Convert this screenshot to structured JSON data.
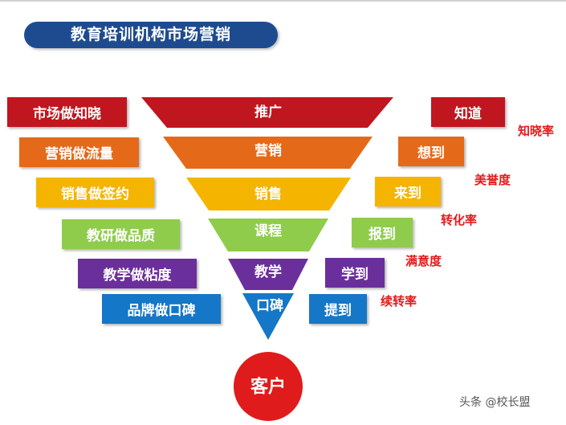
{
  "title": "教育培训机构市场营销",
  "left_boxes": [
    {
      "label": "市场做知晓",
      "color": "#c0161f"
    },
    {
      "label": "营销做流量",
      "color": "#e46a1a"
    },
    {
      "label": "销售做签约",
      "color": "#f5b400"
    },
    {
      "label": "教研做品质",
      "color": "#8fcc4c"
    },
    {
      "label": "教学做粘度",
      "color": "#6b2f9b"
    },
    {
      "label": "品牌做口碑",
      "color": "#1577c7"
    }
  ],
  "funnel": [
    {
      "label": "推广",
      "color": "#c0161f"
    },
    {
      "label": "营销",
      "color": "#e46a1a"
    },
    {
      "label": "销售",
      "color": "#f5b400"
    },
    {
      "label": "课程",
      "color": "#8fcc4c"
    },
    {
      "label": "教学",
      "color": "#6b2f9b"
    },
    {
      "label": "口碑",
      "color": "#1577c7"
    }
  ],
  "right_boxes": [
    {
      "label": "知道",
      "color": "#c0161f"
    },
    {
      "label": "想到",
      "color": "#e46a1a"
    },
    {
      "label": "来到",
      "color": "#f5b400"
    },
    {
      "label": "报到",
      "color": "#8fcc4c"
    },
    {
      "label": "学到",
      "color": "#6b2f9b"
    },
    {
      "label": "提到",
      "color": "#1577c7"
    }
  ],
  "rates": [
    "知晓率",
    "美誉度",
    "转化率",
    "满意度",
    "续转率"
  ],
  "customer": {
    "label": "客户",
    "color": "#e01b1b"
  },
  "watermark": "头条 @校长盟"
}
